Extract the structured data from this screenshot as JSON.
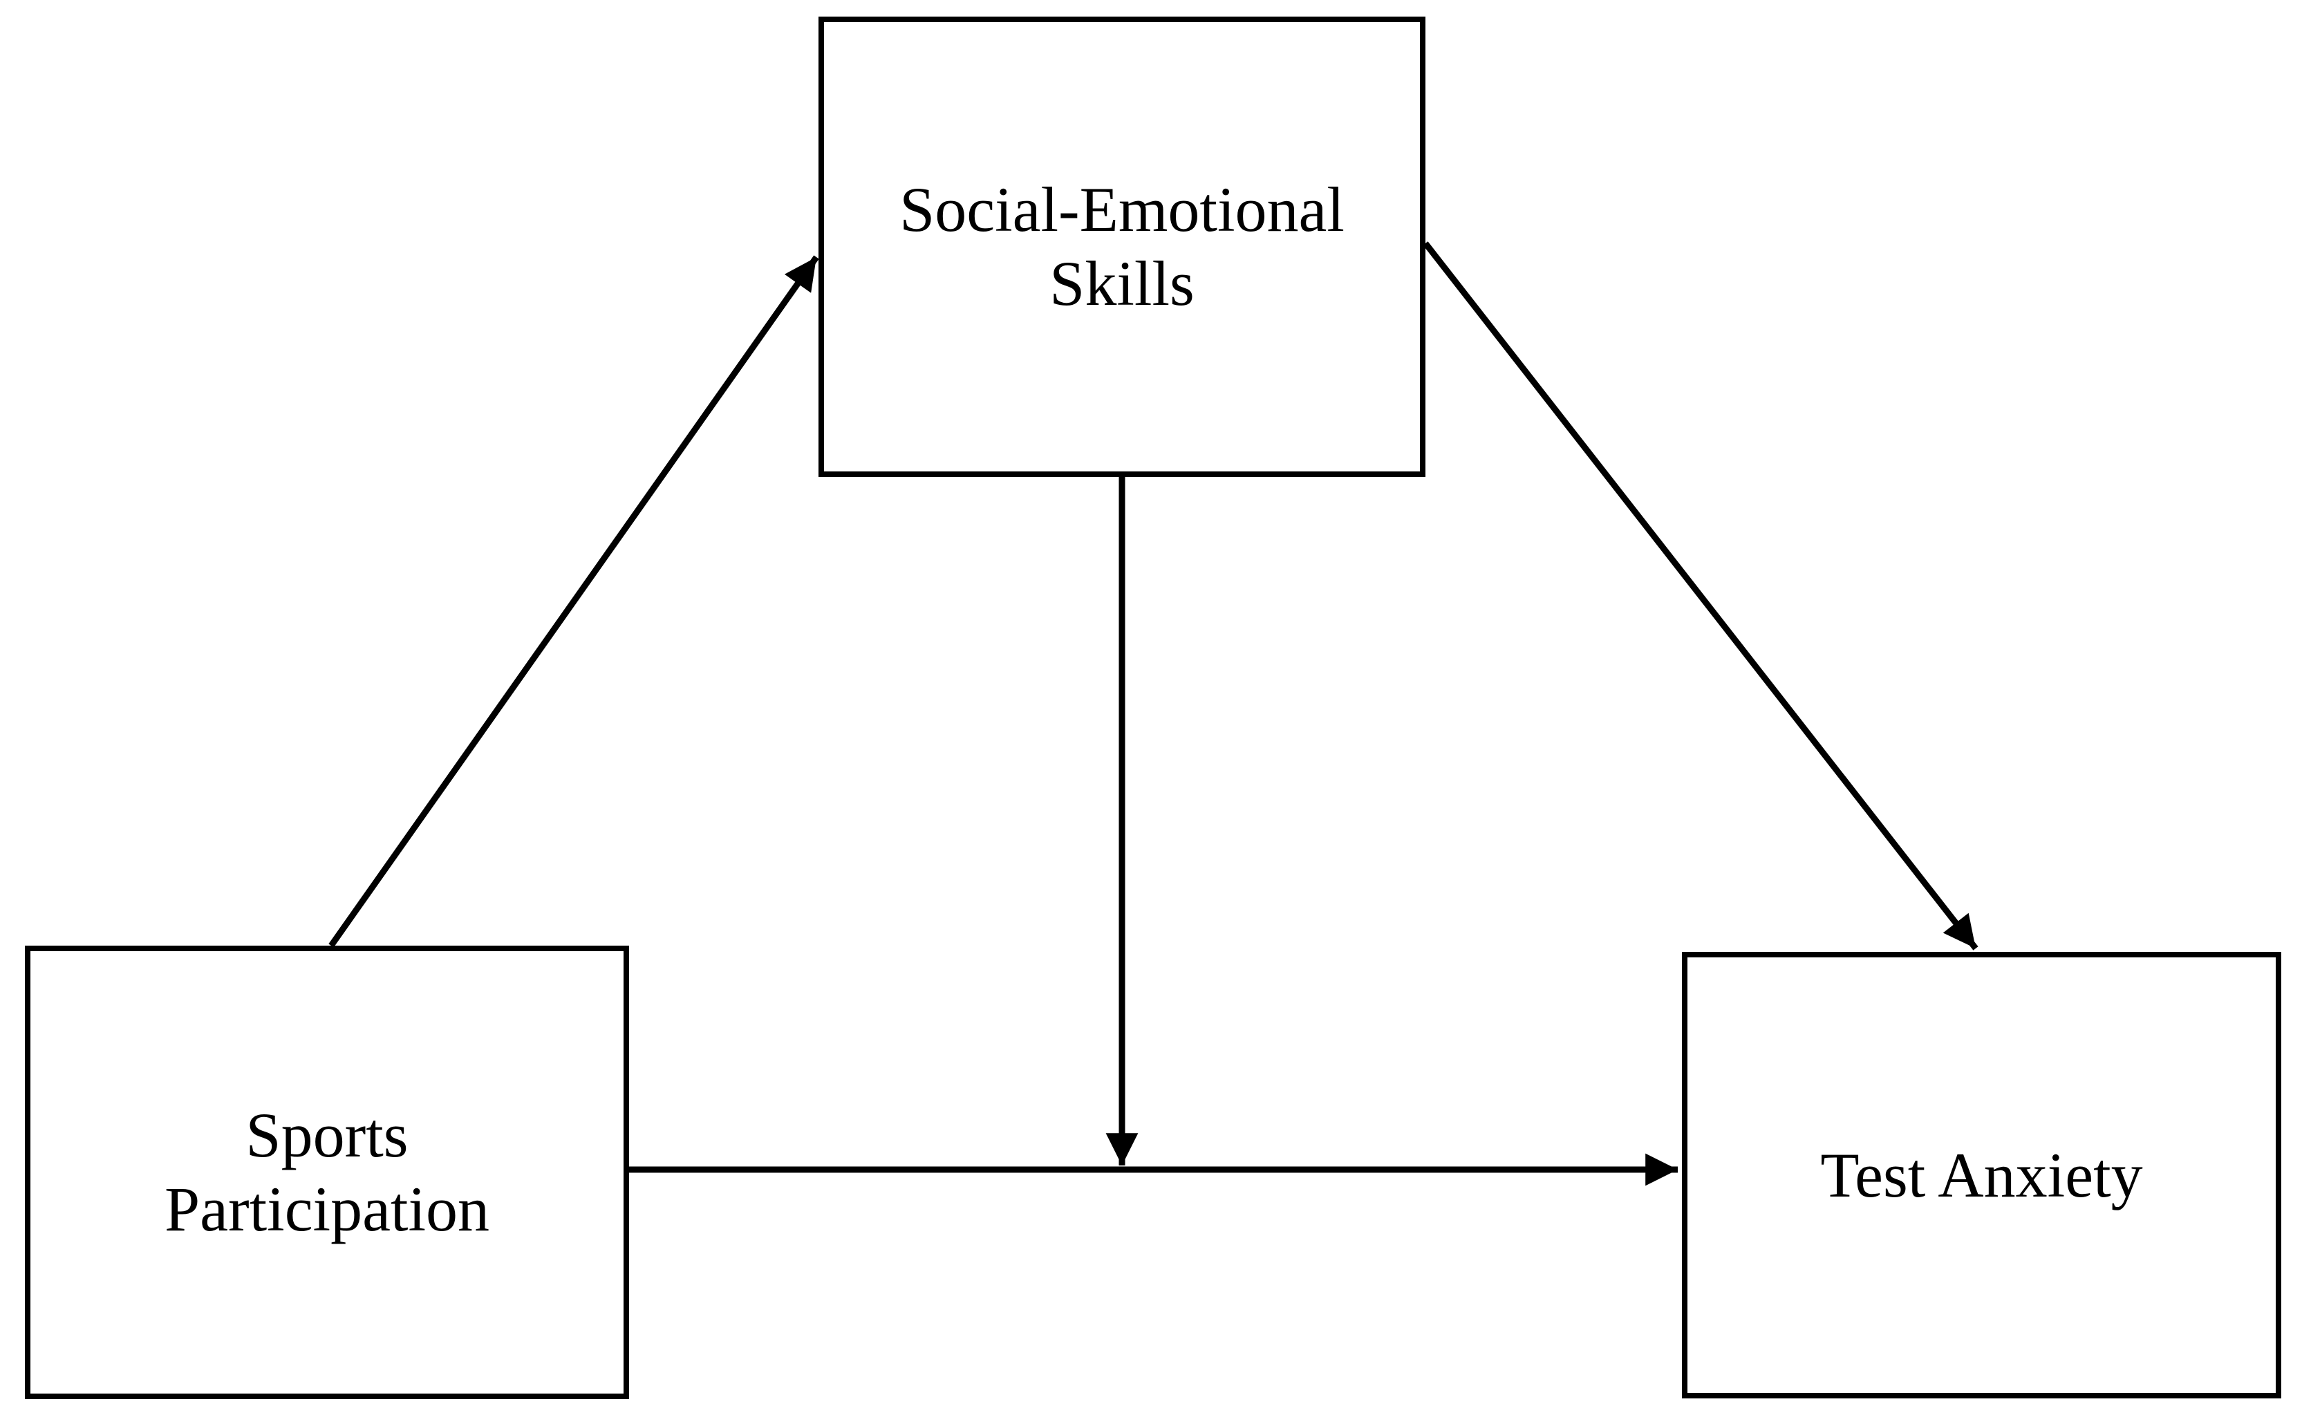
{
  "nodes": {
    "skills": {
      "line1": "Social-Emotional",
      "line2": "Skills",
      "label": "Social-Emotional Skills"
    },
    "sports": {
      "line1": "Sports",
      "line2": "Participation",
      "label": "Sports Participation"
    },
    "anxiety": {
      "line1": "Test Anxiety",
      "label": "Test Anxiety"
    }
  },
  "edges": [
    {
      "from": "Sports Participation",
      "to": "Social-Emotional Skills",
      "style": "arrow"
    },
    {
      "from": "Social-Emotional Skills",
      "to": "Test Anxiety",
      "style": "arrow"
    },
    {
      "from": "Sports Participation",
      "to": "Test Anxiety",
      "style": "arrow"
    },
    {
      "from": "Social-Emotional Skills",
      "to": "Sports Participation-Test Anxiety path",
      "style": "arrow"
    }
  ],
  "colors": {
    "background": "#ffffff",
    "box_fill": "#ffffff",
    "box_border": "#000000",
    "arrow": "#000000",
    "text": "#000000"
  }
}
